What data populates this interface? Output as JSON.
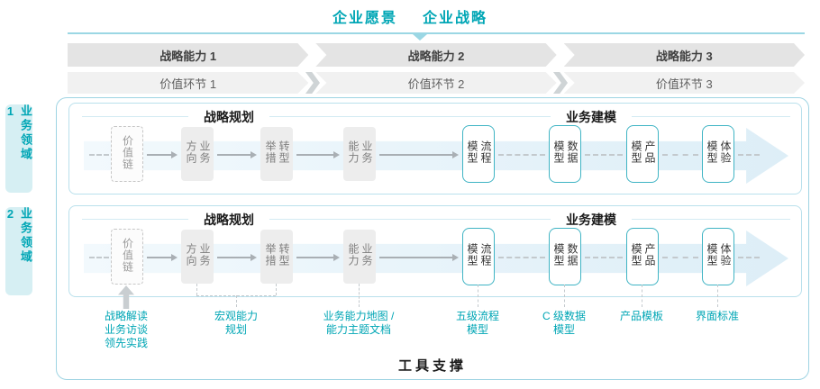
{
  "title": {
    "vision": "企业愿景",
    "strategy": "企业战略"
  },
  "capability_bands": [
    "战略能力 1",
    "战略能力 2",
    "战略能力 3"
  ],
  "value_bands": [
    "价值环节 1",
    "价值环节 2",
    "价值环节 3"
  ],
  "domain_labels": [
    "业务领域 1",
    "业务领域 2"
  ],
  "sections": {
    "planning": "战略规划",
    "modeling": "业务建模"
  },
  "rows": [
    {
      "boxes": [
        "价值链",
        "业务方向",
        "转型举措",
        "业务能力"
      ],
      "models": [
        "流程模型",
        "数据模型",
        "产品模型",
        "体验模型"
      ]
    },
    {
      "boxes": [
        "价值链",
        "业务方向",
        "转型举措",
        "业务能力"
      ],
      "models": [
        "流程模型",
        "数据模型",
        "产品模型",
        "体验模型"
      ]
    }
  ],
  "annotations": [
    "战略解读\n业务访谈\n领先实践",
    "宏观能力\n规划",
    "业务能力地图 /\n能力主题文档",
    "五级流程\n模型",
    "C 级数据\n模型",
    "产品模板",
    "界面标准"
  ],
  "footer": {
    "tool_support": "工具支撑"
  },
  "colors": {
    "accent": "#00a6b5",
    "model_box_border": "#3fb4c4",
    "capability_band_bg": "#e4e4e4",
    "value_band_bg": "#f1f1f1",
    "flow_arrow_fill": "#ddeef7",
    "domain_label_bg": "#d6eff3"
  }
}
